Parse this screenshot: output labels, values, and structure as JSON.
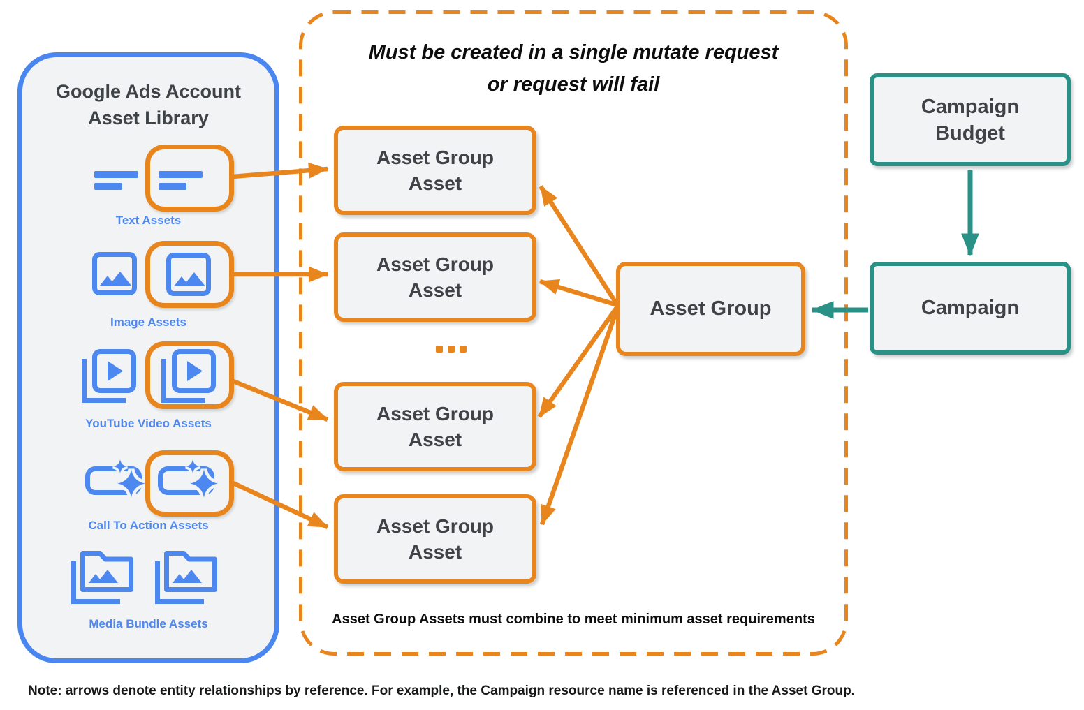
{
  "colors": {
    "orange": "#E8851C",
    "teal": "#2A9187",
    "blue_icon": "#4C88F0",
    "blue_label": "#4E87EE",
    "panel_fill": "#F1F3F4",
    "text_dark": "#3F4347",
    "text_black": "#0D0D0D"
  },
  "library": {
    "title_line1": "Google Ads Account",
    "title_line2": "Asset Library",
    "items": [
      {
        "label": "Text Assets",
        "icon": "text-lines-icon"
      },
      {
        "label": "Image Assets",
        "icon": "image-icon"
      },
      {
        "label": "YouTube Video  Assets",
        "icon": "youtube-video-icon"
      },
      {
        "label": "Call To Action Assets",
        "icon": "call-to-action-icon"
      },
      {
        "label": "Media Bundle  Assets",
        "icon": "media-bundle-icon"
      }
    ]
  },
  "mutate_container": {
    "title_line1": "Must be created in a single mutate request",
    "title_line2": "or request will fail",
    "boxes": [
      {
        "line1": "Asset Group",
        "line2": "Asset"
      },
      {
        "line1": "Asset Group",
        "line2": "Asset"
      },
      {
        "line1": "Asset Group",
        "line2": "Asset"
      },
      {
        "line1": "Asset Group",
        "line2": "Asset"
      }
    ],
    "ellipsis": "...",
    "footer": "Asset Group Assets must combine to meet minimum asset requirements"
  },
  "asset_group": {
    "label": "Asset Group"
  },
  "campaign_budget": {
    "label_line1": "Campaign",
    "label_line2": "Budget"
  },
  "campaign": {
    "label": "Campaign"
  },
  "note": "Note: arrows denote entity relationships by reference. For example, the Campaign resource name is referenced in the Asset Group."
}
